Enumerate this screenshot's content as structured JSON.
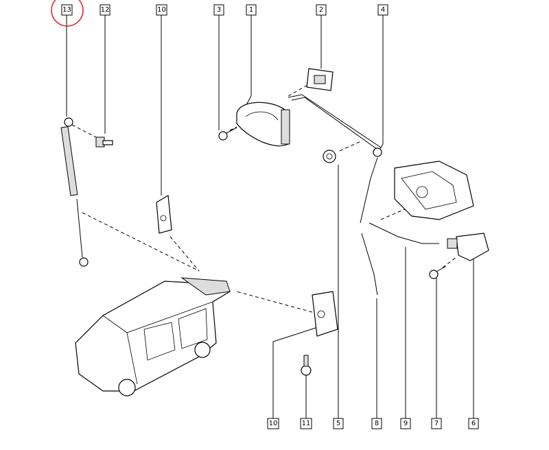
{
  "diagram": {
    "highlight_color": "#d9232e",
    "highlighted_label": "13",
    "top_labels": [
      "13",
      "12",
      "10",
      "3",
      "1",
      "2",
      "4"
    ],
    "bottom_labels": [
      "10",
      "11",
      "5",
      "8",
      "9",
      "7",
      "6"
    ]
  }
}
